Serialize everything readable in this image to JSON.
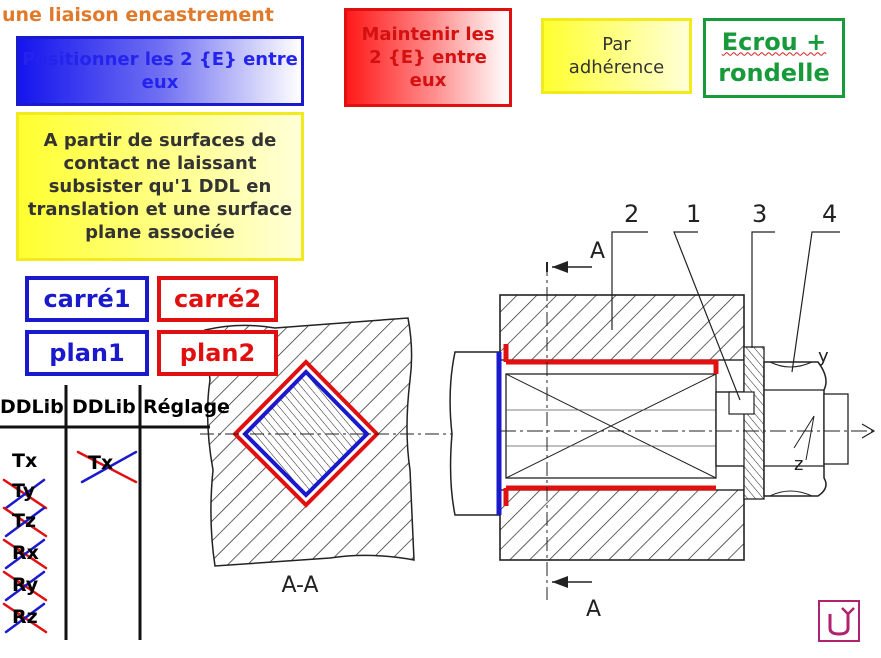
{
  "title": "une liaison encastrement",
  "boxes": {
    "position": {
      "line1": "Positionner les 2 {E} entre",
      "line2": "eux"
    },
    "maintain": {
      "line1": "Maintenir les",
      "line2": "2 {E} entre",
      "line3": "eux"
    },
    "adherence": {
      "line1": "Par",
      "line2": "adhérence"
    },
    "nut": {
      "line1": "Ecrou +",
      "line2": "rondelle"
    },
    "surfaces": {
      "line1": "A partir de surfaces de",
      "line2": "contact ne laissant",
      "line3": "subsister qu'1 DDL en",
      "line4": "translation et une surface",
      "line5": "plane associée"
    }
  },
  "tags": {
    "carre1": "carré1",
    "carre2": "carré2",
    "plan1": "plan1",
    "plan2": "plan2"
  },
  "table": {
    "headers": [
      "DDLib",
      "DDLib",
      "Réglage"
    ],
    "col1": [
      "Tx",
      "Ty",
      "Tz",
      "Rx",
      "Ry",
      "Rz"
    ],
    "col2": [
      "Tx"
    ]
  },
  "drawing": {
    "section_label": "A-A",
    "cut_letter_top": "A",
    "cut_letter_bottom": "A",
    "parts": [
      "2",
      "1",
      "3",
      "4"
    ],
    "axis_y": "y",
    "axis_z": "z"
  },
  "colors": {
    "blue": "#1a1acc",
    "red": "#e01010",
    "orange": "#e07a2a",
    "green": "#189a3a",
    "yellow": "#f1ea1e"
  },
  "icons": {
    "undo": "undo-arrow-icon"
  }
}
